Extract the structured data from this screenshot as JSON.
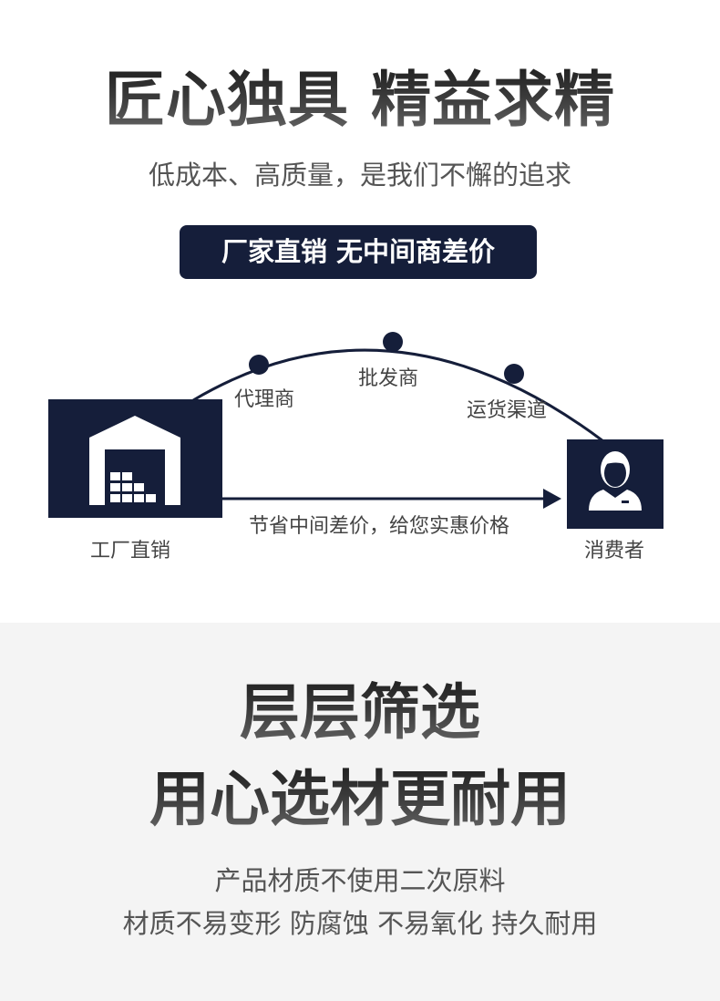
{
  "section1": {
    "title": "匠心独具 精益求精",
    "subtitle": "低成本、高质量，是我们不懈的追求",
    "badge": "厂家直销 无中间商差价",
    "diagram": {
      "source": {
        "label": "工厂直销",
        "icon": "warehouse-icon"
      },
      "target": {
        "label": "消费者",
        "icon": "person-icon"
      },
      "intermediaries": [
        {
          "label": "代理商"
        },
        {
          "label": "批发商"
        },
        {
          "label": "运货渠道"
        }
      ],
      "direct_arrow_label": "节省中间差价，给您实惠价格"
    }
  },
  "section2": {
    "title_line1": "层层筛选",
    "title_line2": "用心选材更耐用",
    "desc_line1": "产品材质不使用二次原料",
    "desc_line2": "材质不易变形 防腐蚀 不易氧化 持久耐用"
  },
  "colors": {
    "navy": "#151e3a",
    "text_gray": "#555555",
    "bottom_bg": "#f4f4f4"
  }
}
